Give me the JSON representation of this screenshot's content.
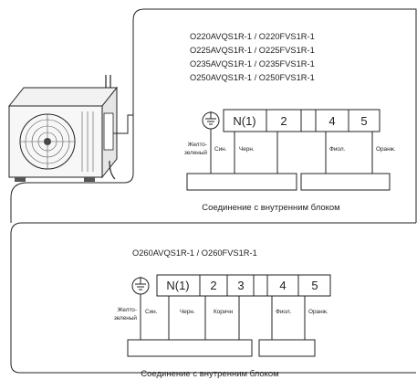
{
  "diagram_top": {
    "models": [
      "O220AVQS1R-1 / O220FVS1R-1",
      "O225AVQS1R-1 / O225FVS1R-1",
      "O235AVQS1R-1 / O235FVS1R-1",
      "O250AVQS1R-1 / O250FVS1R-1"
    ],
    "terminals": [
      "N(1)",
      "2",
      "4",
      "5"
    ],
    "wires": {
      "ground_line1": "Желто-",
      "ground_line2": "зеленый",
      "w1": "Син.",
      "w2": "Черн.",
      "w3": "Фиол.",
      "w4": "Оранж."
    },
    "caption": "Соединение с внутренним блоком"
  },
  "diagram_bottom": {
    "model": "O260AVQS1R-1 / O260FVS1R-1",
    "terminals": [
      "N(1)",
      "2",
      "3",
      "4",
      "5"
    ],
    "wires": {
      "ground_line1": "Желто-",
      "ground_line2": "зеленый",
      "w1": "Син.",
      "w2": "Черн.",
      "w3": "Коричн",
      "w4": "Фиол.",
      "w5": "Оранж."
    },
    "caption": "Соединение с внутренним блоком"
  },
  "icons": [
    "outdoor-unit-icon",
    "ground-icon"
  ]
}
